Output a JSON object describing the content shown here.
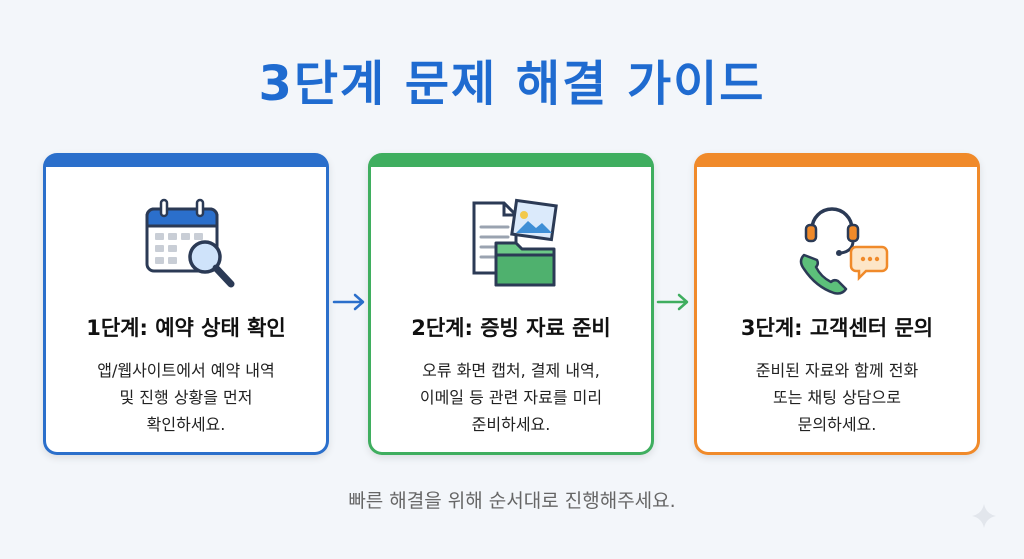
{
  "title": "3단계 문제 해결 가이드",
  "steps": [
    {
      "title": "1단계: 예약 상태 확인",
      "desc_lines": [
        "앱/웹사이트에서 예약 내역",
        "및 진행 상황을 먼저",
        "확인하세요."
      ],
      "icon": "calendar-search-icon",
      "color": "#2b6fcb"
    },
    {
      "title": "2단계: 증빙 자료 준비",
      "desc_lines": [
        "오류 화면 캡처, 결제 내역,",
        "이메일 등 관련 자료를 미리",
        "준비하세요."
      ],
      "icon": "documents-folder-icon",
      "color": "#3fae5f"
    },
    {
      "title": "3단계: 고객센터 문의",
      "desc_lines": [
        "준비된 자료와 함께 전화",
        "또는 채팅 상담으로",
        "문의하세요."
      ],
      "icon": "customer-support-icon",
      "color": "#f08a2a"
    }
  ],
  "footer": "빠른 해결을 위해 순서대로 진행해주세요.",
  "colors": {
    "title": "#1f6bd0",
    "background": "#f3f6fa"
  }
}
